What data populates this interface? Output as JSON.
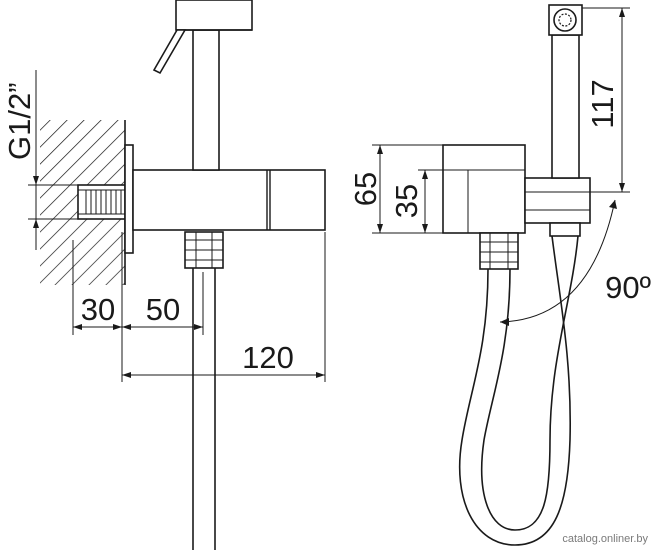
{
  "drawing": {
    "thread_label": "G1/2”",
    "dimensions": {
      "wall_depth": "30",
      "outlet_offset": "50",
      "body_length": "120",
      "body_outer_height": "65",
      "body_inner_height": "35",
      "holder_height": "117",
      "rotation_angle": "90º"
    },
    "watermark": "catalog.onliner.by"
  }
}
